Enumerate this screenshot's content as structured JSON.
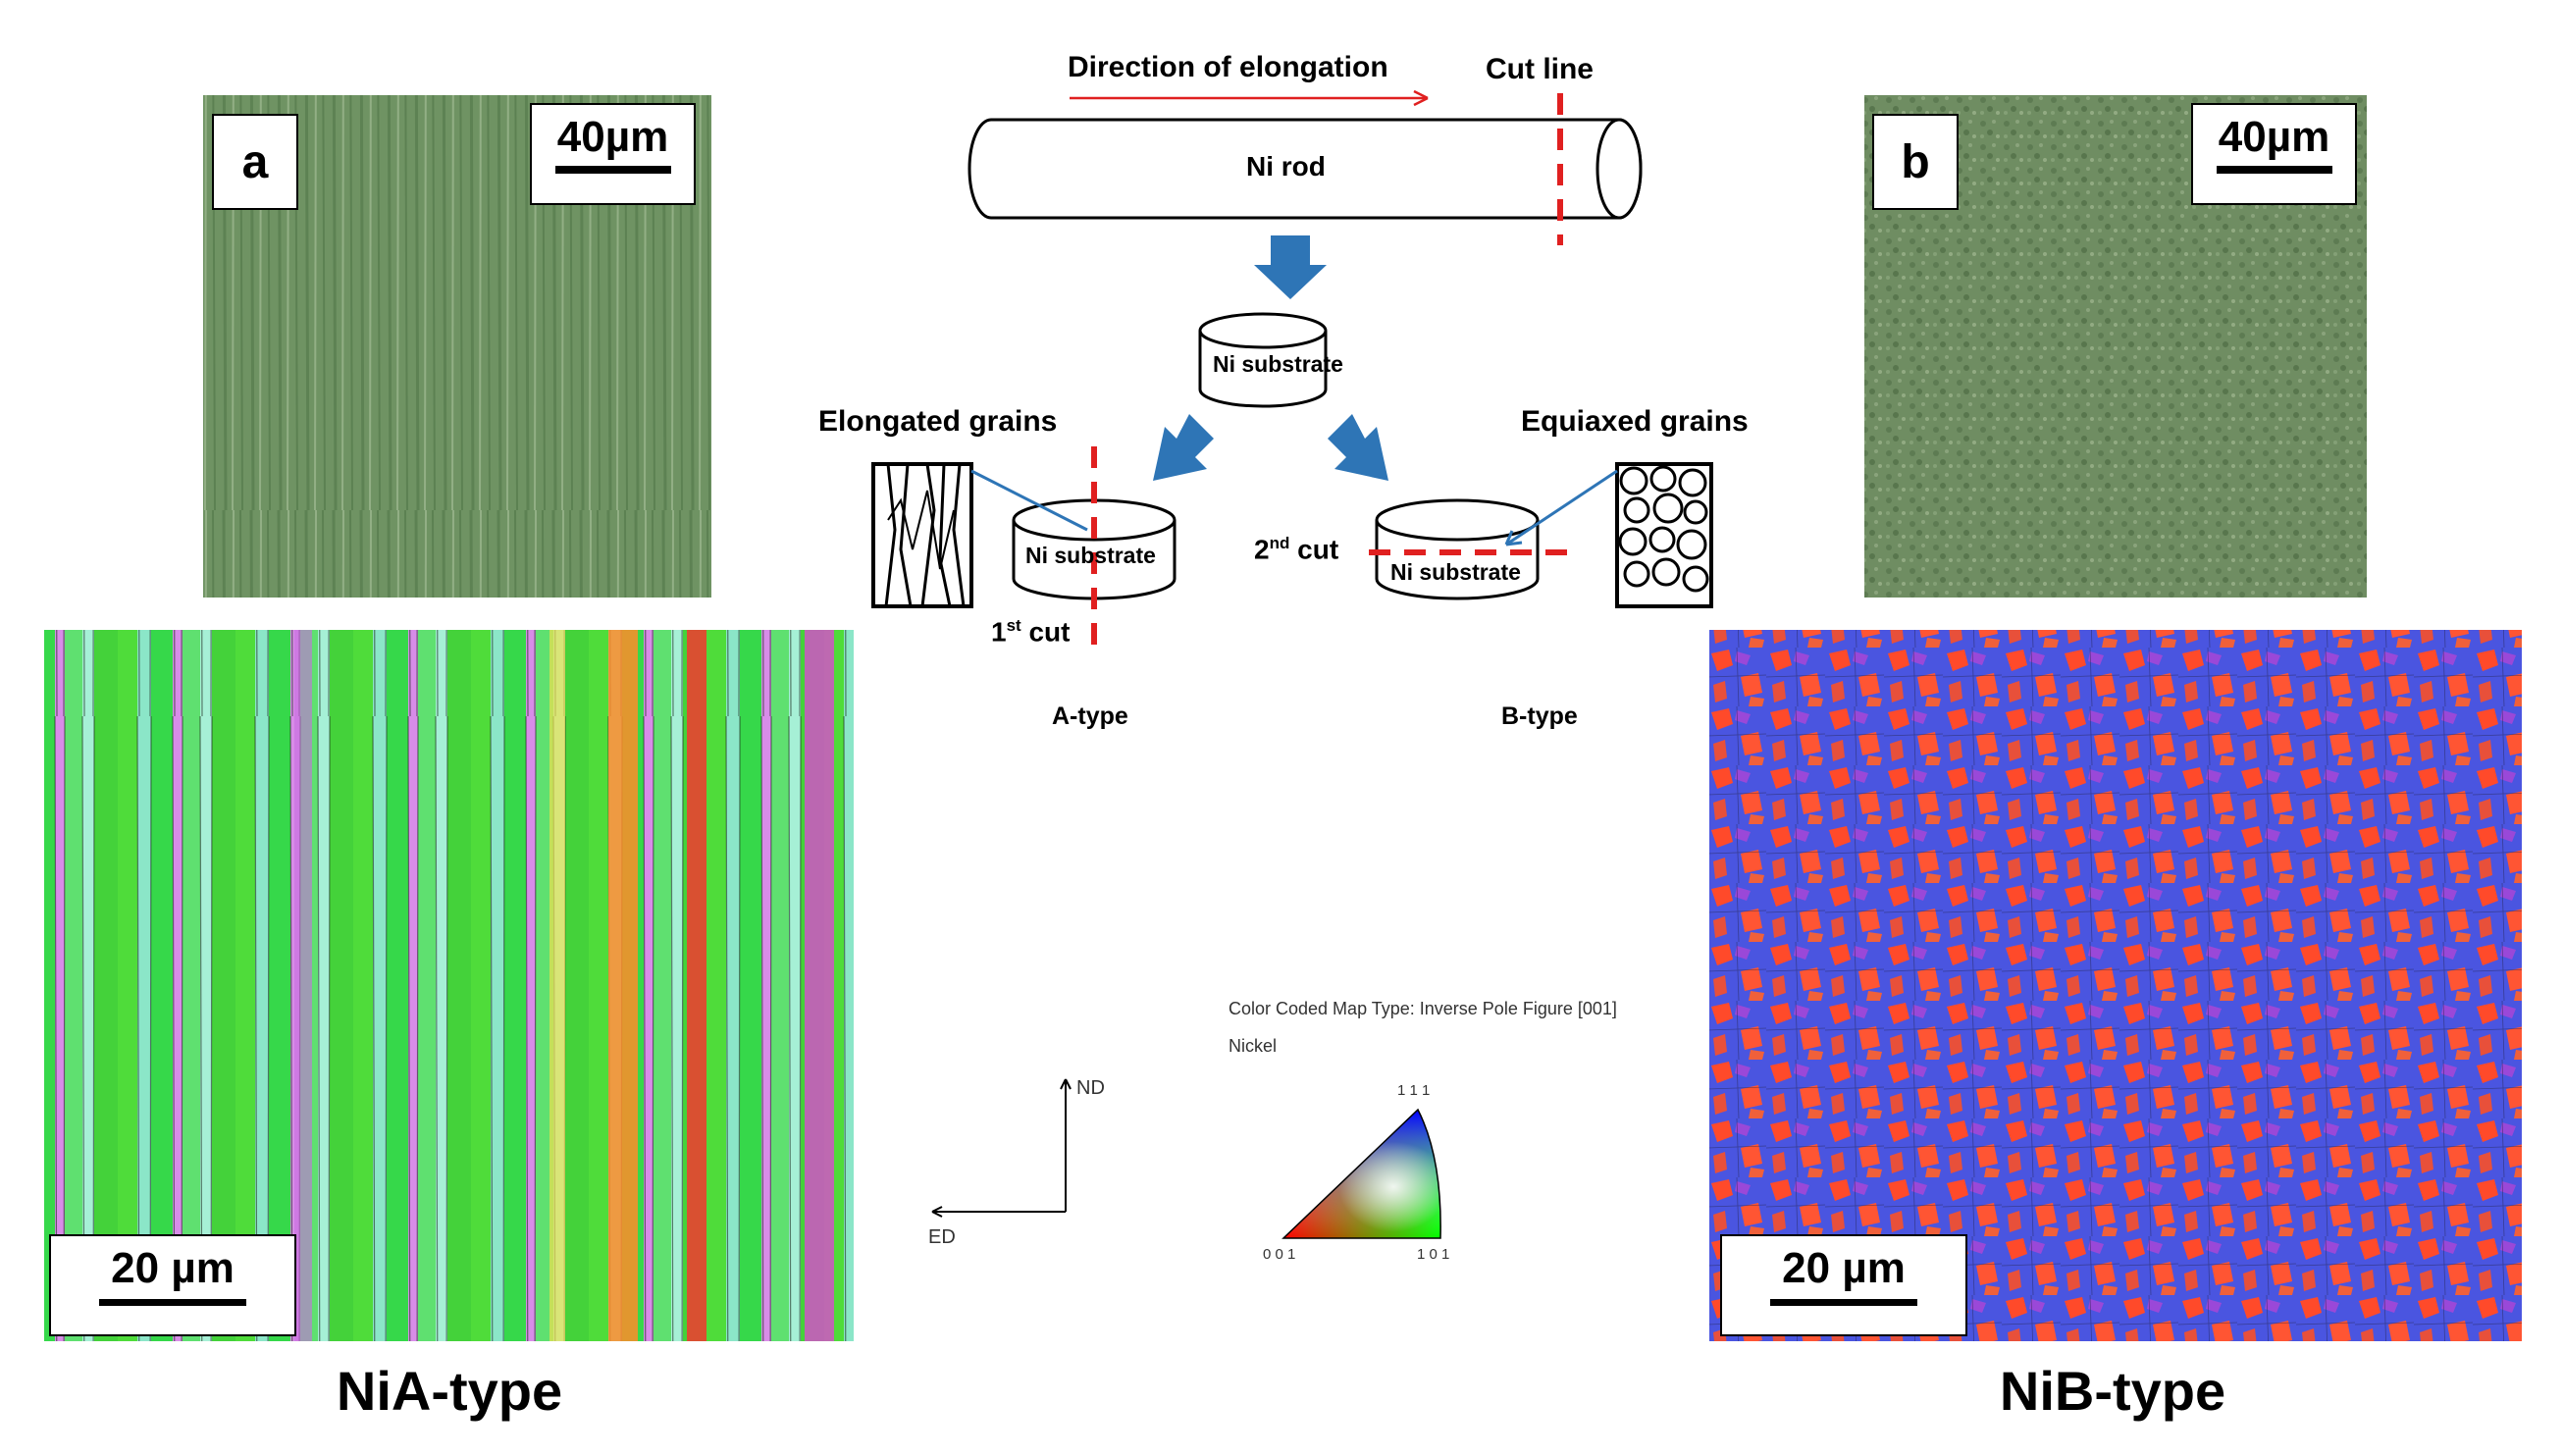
{
  "panel_a": {
    "letter": "a",
    "scale_bar": "40µm",
    "ebsd_scale_bar": "20 µm",
    "caption": "NiA-type"
  },
  "panel_b": {
    "letter": "b",
    "scale_bar": "40µm",
    "ebsd_scale_bar": "20 µm",
    "caption": "NiB-type"
  },
  "schematic": {
    "direction_label": "Direction of elongation",
    "cut_line_label": "Cut line",
    "rod_label": "Ni rod",
    "substrate_label": "Ni substrate",
    "elongated_label": "Elongated grains",
    "equiaxed_label": "Equiaxed grains",
    "first_cut_num": "1",
    "first_cut_sup": "st",
    "first_cut_word": " cut",
    "second_cut_num": "2",
    "second_cut_sup": "nd",
    "second_cut_word": " cut",
    "a_type": "A-type",
    "b_type": "B-type"
  },
  "legend": {
    "map_type": "Color Coded Map Type: Inverse Pole Figure [001]",
    "material": "Nickel",
    "axis_nd": "ND",
    "axis_ed": "ED",
    "corner_111": "1 1 1",
    "corner_001": "0 0 1",
    "corner_101": "1 0 1"
  },
  "colors": {
    "arrow_blue": "#2e75b6",
    "cut_red": "#e02020",
    "optical_green": "#6e8f62"
  }
}
